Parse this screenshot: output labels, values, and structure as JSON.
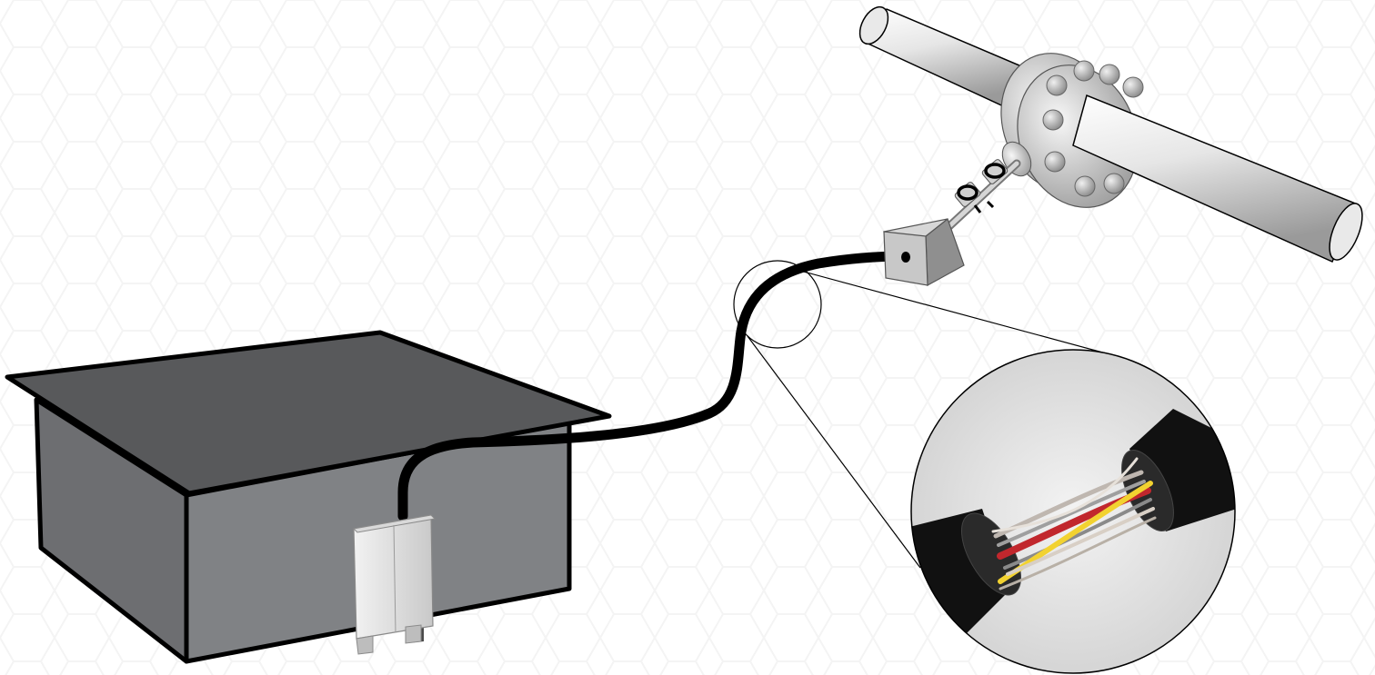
{
  "diagram": {
    "components": [
      {
        "id": "building",
        "icon": "building-icon"
      },
      {
        "id": "junction-panel",
        "icon": "electrical-cabinet-icon"
      },
      {
        "id": "cable",
        "icon": "multi-core-cable-icon"
      },
      {
        "id": "transmitter-box",
        "icon": "junction-box-icon"
      },
      {
        "id": "valves",
        "icon": "needle-valve-icon"
      },
      {
        "id": "pipe-flange",
        "icon": "flanged-pipe-icon"
      },
      {
        "id": "cable-detail",
        "icon": "magnified-cable-cross-section-icon"
      }
    ],
    "colors": {
      "roof": "#58595b",
      "wall_front": "#808285",
      "wall_side": "#6d6e71",
      "cable": "#000000",
      "pipe": "#d9d9d9",
      "wire_red": "#c1272d",
      "wire_yellow": "#f2d230"
    }
  }
}
